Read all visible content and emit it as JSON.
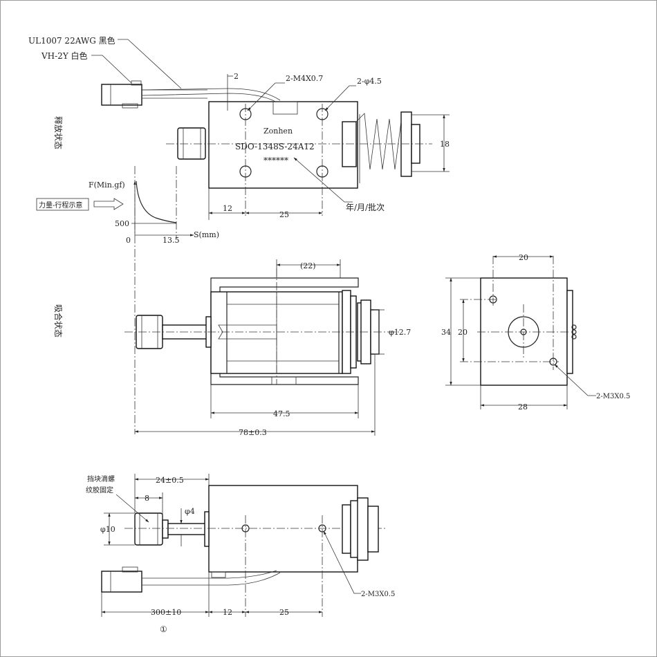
{
  "labels": {
    "wire_spec": "UL1007 22AWG 黑色",
    "connector_spec": "VH-2Y 白色",
    "part_no": "SDO-1348S-24A12",
    "logo": "Zonhen",
    "stars": "******",
    "date_note": "年/月/批次",
    "released_state": "释放状态",
    "attracted_state": "吸合状态",
    "force_curve_note": "力量-行程示意",
    "force_axis": "F(Min.gf)",
    "stroke_axis": "S(mm)",
    "origin": "0",
    "force_value": "500",
    "stroke_value": "13.5",
    "stopper_note_1": "挡块滴螺",
    "stopper_note_2": "纹胶固定",
    "circle_note": "①"
  },
  "dims": {
    "d_2": "2",
    "holes_m4": "2-M4X0.7",
    "holes_phi45": "2-φ4.5",
    "d_18": "18",
    "d_12_top": "12",
    "d_25_top": "25",
    "d_22": "(22)",
    "d_phi127": "φ12.7",
    "d_475": "47.5",
    "d_78": "78±0.3",
    "d_20_top": "20",
    "d_34": "34",
    "d_20_side": "20",
    "d_28": "28",
    "holes_m3_right": "2-M3X0.5",
    "d_24": "24±0.5",
    "d_8": "8",
    "d_phi4": "φ4",
    "d_phi10": "φ10",
    "holes_m3_bottom": "2-M3X0.5",
    "d_300": "300±10",
    "d_12_bot": "12",
    "d_25_bot": "25"
  }
}
